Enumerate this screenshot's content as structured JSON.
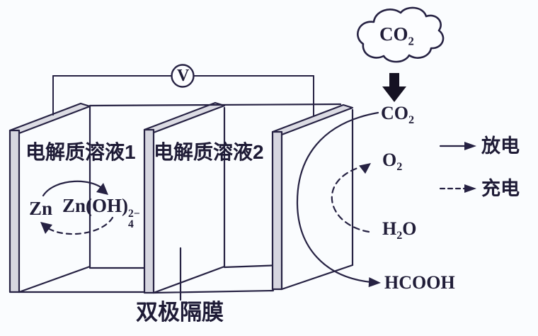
{
  "colors": {
    "ink": "#262243",
    "plate_fill": "#d6d6e0",
    "background": "#fafcfe"
  },
  "voltmeter": {
    "label": "V"
  },
  "gas_inlet": {
    "cloud_formula": {
      "base": "CO",
      "sub": "2"
    }
  },
  "solutions": {
    "left_label": "电解质溶液1",
    "right_label": "电解质溶液2"
  },
  "membrane": {
    "label": "双极隔膜"
  },
  "anode_cycle": {
    "zn": "Zn",
    "zincate": {
      "base": "Zn(OH)",
      "sub": "4",
      "sup": "2−"
    }
  },
  "cathode_species": {
    "co2": {
      "base": "CO",
      "sub": "2"
    },
    "o2": {
      "base": "O",
      "sub": "2"
    },
    "h2o": {
      "pre": "H",
      "sub": "2",
      "post": "O"
    },
    "hcooh": "HCOOH"
  },
  "legend": {
    "discharge": "放电",
    "charge": "充电"
  }
}
